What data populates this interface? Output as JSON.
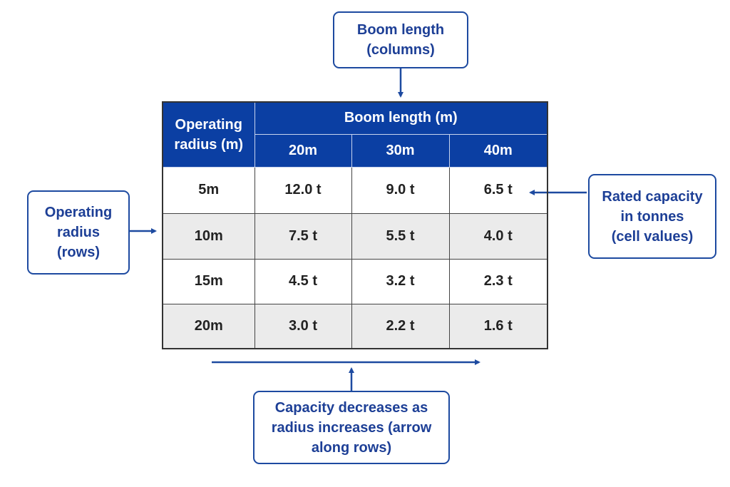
{
  "callouts": {
    "top": "Boom length\n(columns)",
    "left": "Operating\nradius\n(rows)",
    "right": "Rated capacity\nin tonnes\n(cell values)",
    "bottom": "Capacity decreases as\nradius increases (arrow\nalong rows)"
  },
  "table": {
    "row_header": "Operating radius (m)",
    "column_group_header": "Boom length (m)",
    "columns": [
      "20m",
      "30m",
      "40m"
    ],
    "rows": [
      {
        "radius": "5m",
        "values": [
          "12.0 t",
          "9.0 t",
          "6.5 t"
        ]
      },
      {
        "radius": "10m",
        "values": [
          "7.5 t",
          "5.5 t",
          "4.0 t"
        ]
      },
      {
        "radius": "15m",
        "values": [
          "4.5 t",
          "3.2 t",
          "2.3 t"
        ]
      },
      {
        "radius": "20m",
        "values": [
          "3.0 t",
          "2.2 t",
          "1.6 t"
        ]
      }
    ]
  },
  "colors": {
    "header": "#0b3fa3",
    "accent": "#1d4aa0",
    "alt_row": "#ebebeb"
  }
}
